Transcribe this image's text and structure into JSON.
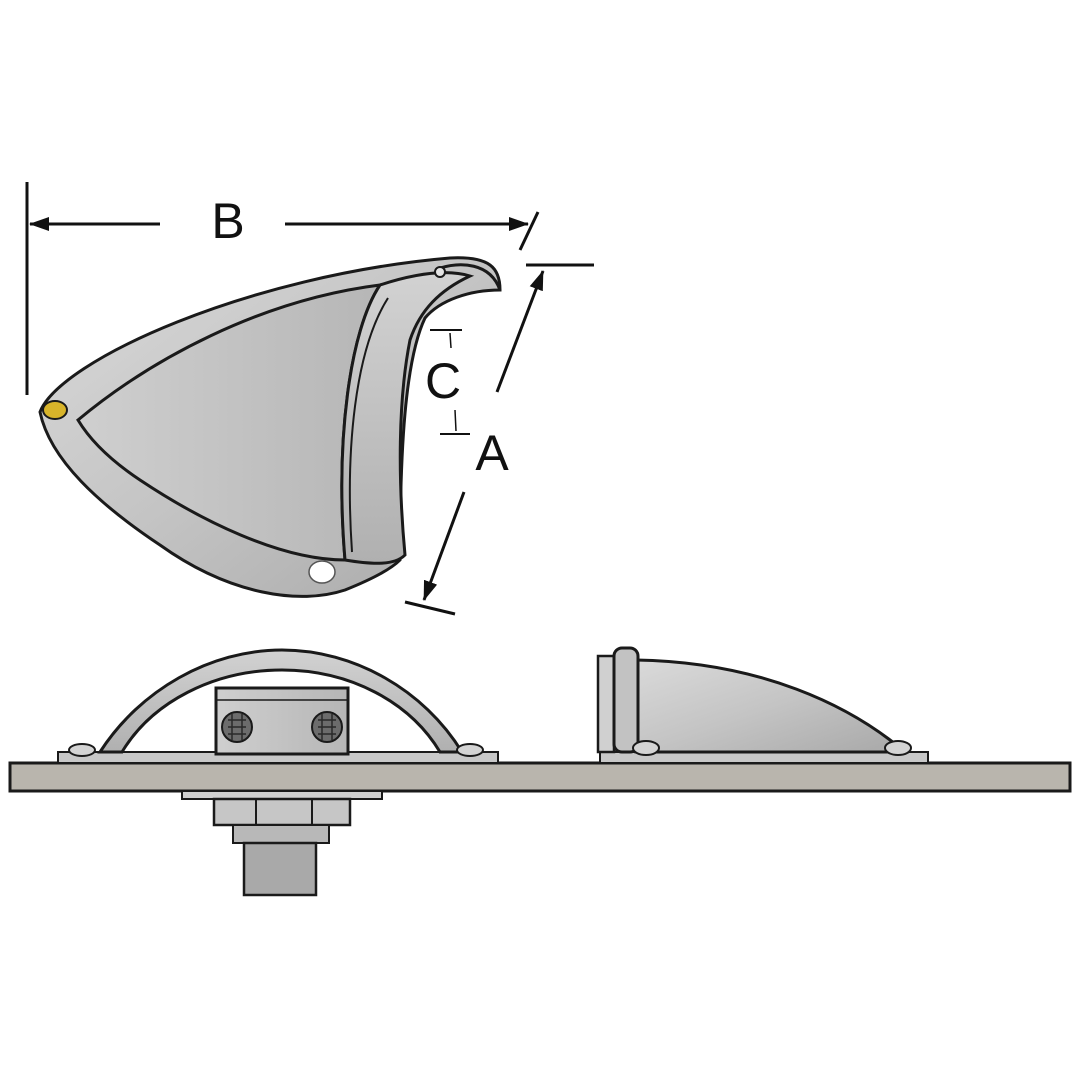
{
  "labels": {
    "a": "A",
    "b": "B",
    "c": "C"
  },
  "colors": {
    "metal": "#c9c9c9",
    "metal_dark": "#8f8f8f",
    "outline": "#1a1a1a",
    "deck": "#b9b5ad",
    "screw_hole": "#d8b42a",
    "background": "#ffffff"
  },
  "icons": {
    "dimension_arrow": "arrowhead",
    "fastener": "screw-icon",
    "nut": "nut-icon"
  }
}
